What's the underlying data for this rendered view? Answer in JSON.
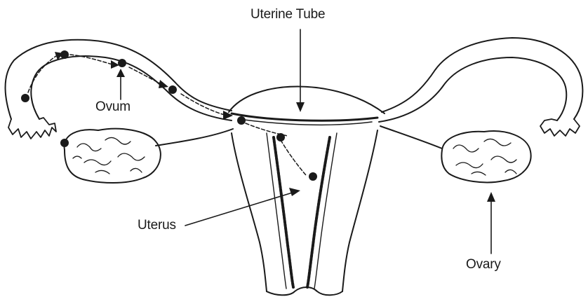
{
  "labels": {
    "uterine_tube": "Uterine Tube",
    "ovum": "Ovum",
    "uterus": "Uterus",
    "ovary": "Ovary"
  },
  "colors": {
    "ink": "#1a1a1a",
    "background": "#ffffff"
  }
}
